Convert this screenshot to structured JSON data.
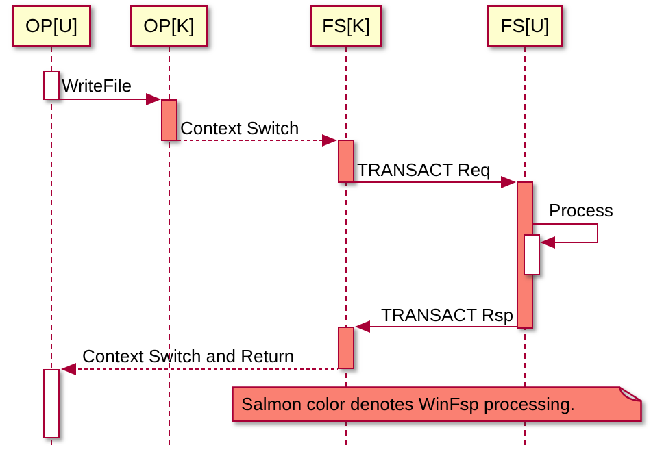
{
  "diagram": {
    "participants": [
      {
        "id": "op-u",
        "label": "OP[U]"
      },
      {
        "id": "op-k",
        "label": "OP[K]"
      },
      {
        "id": "fs-k",
        "label": "FS[K]"
      },
      {
        "id": "fs-u",
        "label": "FS[U]"
      }
    ],
    "messages": [
      {
        "label": "WriteFile",
        "from": "OP[U]",
        "to": "OP[K]",
        "style": "solid"
      },
      {
        "label": "Context Switch",
        "from": "OP[K]",
        "to": "FS[K]",
        "style": "dashed"
      },
      {
        "label": "TRANSACT Req",
        "from": "FS[K]",
        "to": "FS[U]",
        "style": "solid"
      },
      {
        "label": "Process",
        "from": "FS[U]",
        "to": "FS[U]",
        "style": "solid-self"
      },
      {
        "label": "TRANSACT Rsp",
        "from": "FS[U]",
        "to": "FS[K]",
        "style": "solid"
      },
      {
        "label": "Context Switch and Return",
        "from": "FS[K]",
        "to": "OP[U]",
        "style": "dashed"
      }
    ],
    "note": {
      "text": "Salmon color denotes WinFsp processing."
    },
    "colors": {
      "participant_fill": "#FEFECE",
      "border": "#A80036",
      "salmon": "#FA8072",
      "white_fill": "#FFFFFF",
      "text": "#000000"
    }
  }
}
